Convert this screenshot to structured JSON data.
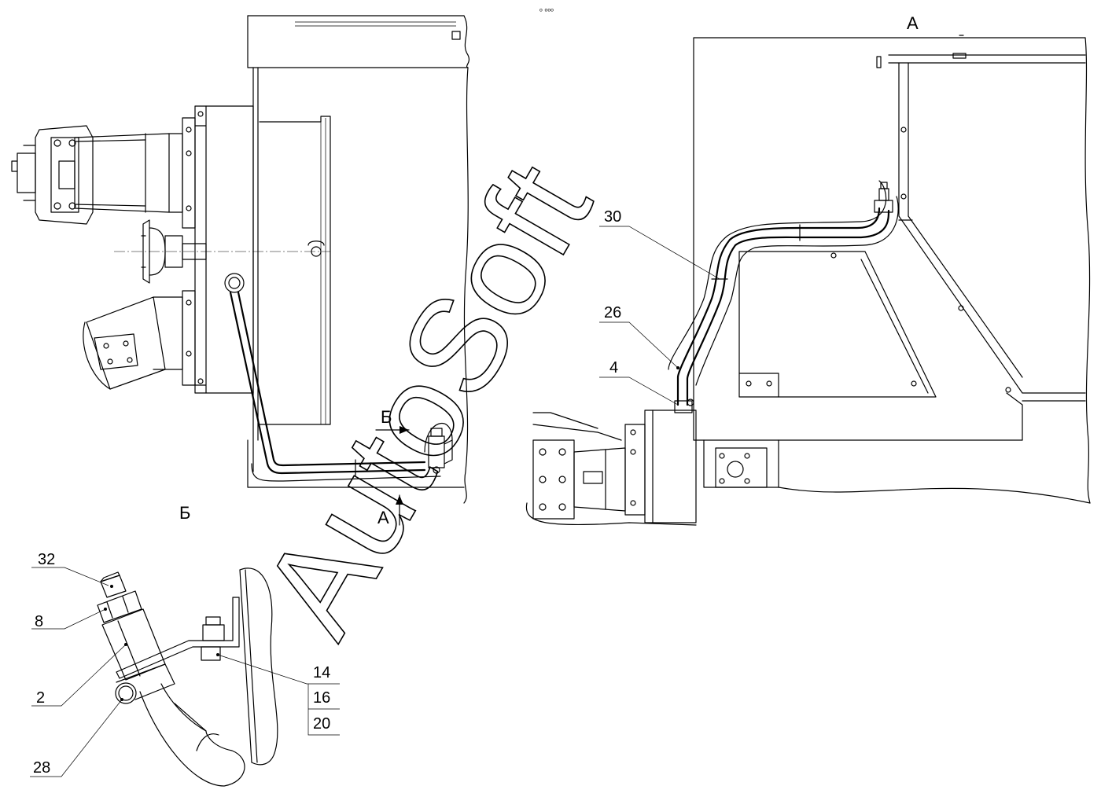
{
  "top_marker": "ₒ ₒₒₒ",
  "views": {
    "a_title": "А",
    "b_title": "Б",
    "arrow_b_label": "Б",
    "arrow_a_label": "А"
  },
  "callouts": {
    "c30": "30",
    "c26": "26",
    "c4": "4",
    "c32": "32",
    "c8": "8",
    "c2": "2",
    "c28": "28",
    "c14": "14",
    "c16": "16",
    "c20": "20"
  },
  "watermark": "AutoSoft"
}
